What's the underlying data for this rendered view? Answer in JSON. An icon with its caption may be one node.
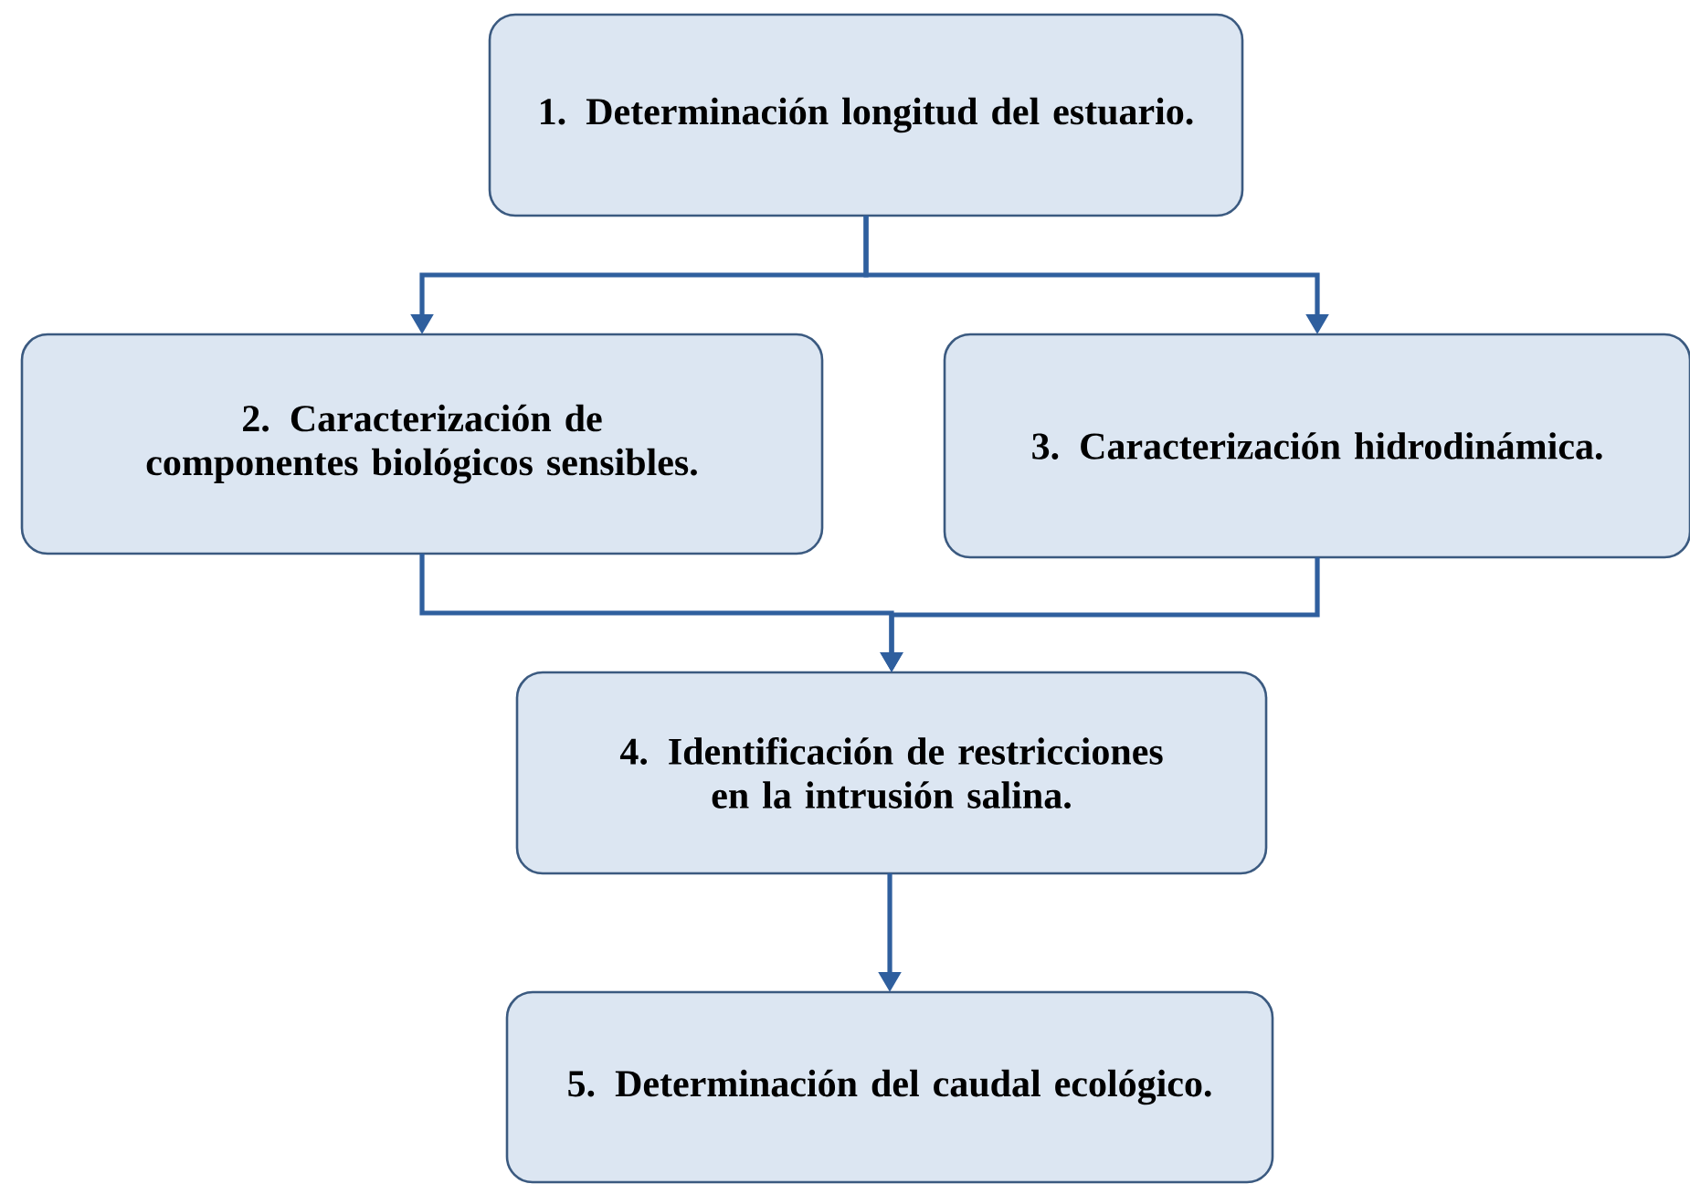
{
  "diagram": {
    "nodes": [
      {
        "text": [
          "1. Determinación longitud del estuario."
        ]
      },
      {
        "text": [
          "2. Caracterización de componentes biológicos sensibles."
        ]
      },
      {
        "text": [
          "3. Caracterización hidrodinámica."
        ]
      },
      {
        "text": [
          "4. Identificación de restricciones en la intrusión salina."
        ]
      },
      {
        "text": [
          "5. Determinación del caudal ecológico."
        ]
      }
    ],
    "edges": [
      {
        "from": 0,
        "to": 1,
        "arrow": "to"
      },
      {
        "from": 0,
        "to": 2,
        "arrow": "to"
      },
      {
        "from": 1,
        "to": 3,
        "arrow": "to"
      },
      {
        "from": 2,
        "to": 3,
        "arrow": "to"
      },
      {
        "from": 3,
        "to": 4,
        "arrow": "to"
      }
    ]
  }
}
